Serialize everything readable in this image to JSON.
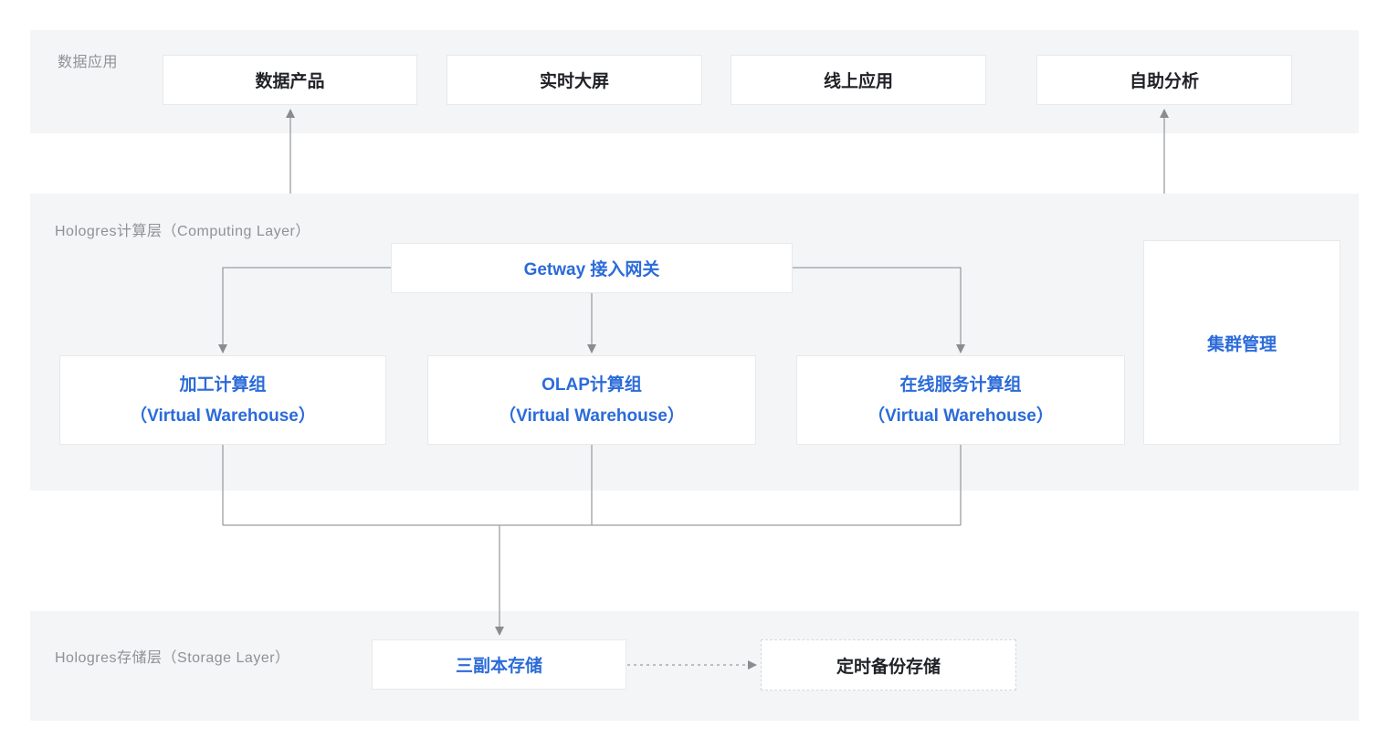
{
  "colors": {
    "accent_blue": "#2b6bd9",
    "band_background": "#f4f5f6",
    "dark_text": "#1f2126",
    "label_gray": "#8f9196",
    "line_gray": "#9c9ea2",
    "arrowhead_gray": "#8a8c8f"
  },
  "layers": {
    "data_app": {
      "label": "数据应用",
      "boxes": [
        "数据产品",
        "实时大屏",
        "线上应用",
        "自助分析"
      ]
    },
    "computing": {
      "label": "Hologres计算层（Computing Layer）",
      "gateway": "Getway 接入网关",
      "warehouses": [
        {
          "title": "加工计算组",
          "subtitle": "（Virtual Warehouse）"
        },
        {
          "title": "OLAP计算组",
          "subtitle": "（Virtual Warehouse）"
        },
        {
          "title": "在线服务计算组",
          "subtitle": "（Virtual Warehouse）"
        }
      ],
      "cluster_management": "集群管理"
    },
    "storage": {
      "label": "Hologres存储层（Storage Layer）",
      "primary": "三副本存储",
      "backup": "定时备份存储"
    }
  },
  "edges": [
    {
      "from": "计算层",
      "to": "数据产品",
      "style": "solid-arrow-up"
    },
    {
      "from": "计算层",
      "to": "自助分析",
      "style": "solid-arrow-up"
    },
    {
      "from": "Getway 接入网关",
      "to": "加工计算组",
      "style": "solid-arrow-down"
    },
    {
      "from": "Getway 接入网关",
      "to": "OLAP计算组",
      "style": "solid-arrow-down"
    },
    {
      "from": "Getway 接入网关",
      "to": "在线服务计算组",
      "style": "solid-arrow-down"
    },
    {
      "from": "加工计算组+OLAP计算组+在线服务计算组",
      "to": "三副本存储",
      "style": "solid-arrow-down"
    },
    {
      "from": "三副本存储",
      "to": "定时备份存储",
      "style": "dashed-arrow-right"
    }
  ]
}
